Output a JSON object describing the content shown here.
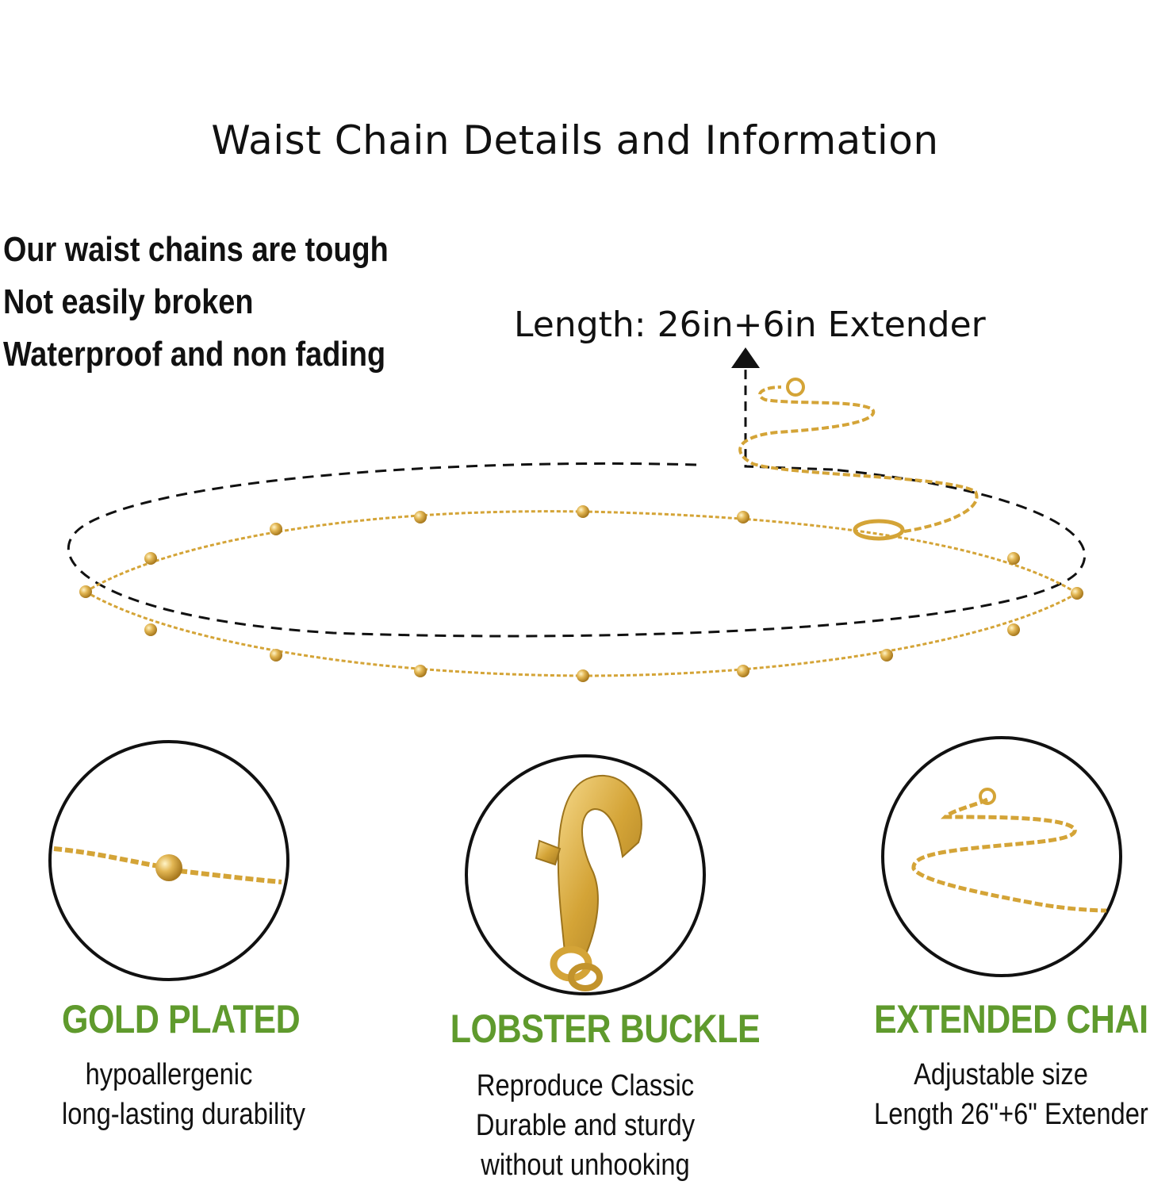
{
  "title": "Waist Chain Details and Information",
  "claims": [
    "Our waist chains are tough",
    "Not easily broken",
    "Waterproof and non fading"
  ],
  "length_label": "Length: 26in+6in Extender",
  "colors": {
    "accent_green": "#5f9a2d",
    "gold": "#d4a437",
    "text": "#111111"
  },
  "features": [
    {
      "icon": "bead-chain-closeup-icon",
      "heading": "GOLD PLATED",
      "lines": [
        "hypoallergenic",
        "long-lasting durability"
      ]
    },
    {
      "icon": "lobster-clasp-icon",
      "heading": "LOBSTER BUCKLE",
      "lines": [
        "Reproduce Classic",
        "Durable and sturdy",
        "without unhooking"
      ]
    },
    {
      "icon": "extender-chain-icon",
      "heading": "EXTENDED CHAIN",
      "lines": [
        "Adjustable size",
        "Length 26\"+6\" Extender"
      ]
    }
  ]
}
